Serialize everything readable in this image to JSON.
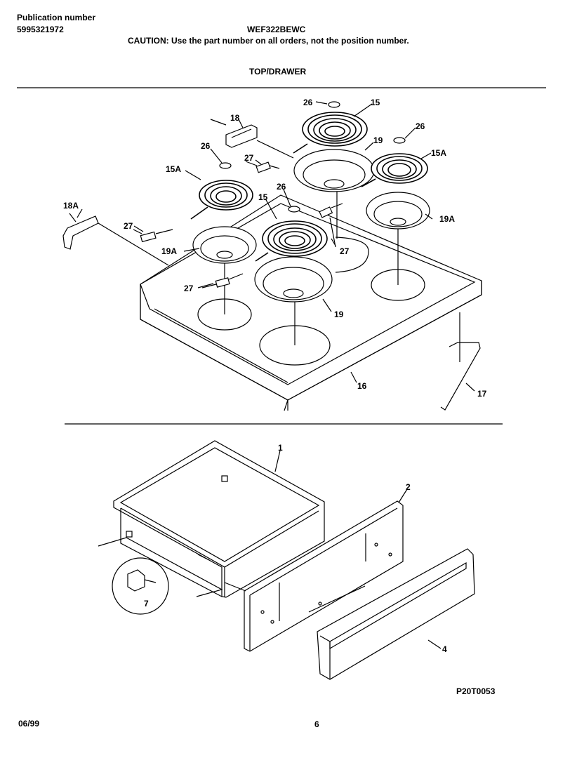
{
  "header": {
    "publication_label": "Publication number",
    "publication_number": "5995321972",
    "model": "WEF322BEWC",
    "caution": "CAUTION:  Use the part number on all orders, not the position number.",
    "section_title": "TOP/DRAWER",
    "corner_mark": "5995321972"
  },
  "diagram": {
    "figure_id": "P20T0053",
    "callouts": {
      "c26a": "26",
      "c15a": "15",
      "c18": "18",
      "c19a": "19",
      "c26b": "26",
      "c26c": "26",
      "c27a": "27",
      "c15Aa": "15A",
      "c15Ab": "15A",
      "c26d": "26",
      "c15b": "15",
      "c18A": "18A",
      "c19Aa": "19A",
      "c27b": "27",
      "c27c": "27",
      "c19Ab": "19A",
      "c27d": "27",
      "c19b": "19",
      "c16": "16",
      "c17": "17",
      "c1": "1",
      "c2": "2",
      "c7": "7",
      "c4": "4"
    }
  },
  "footer": {
    "date": "06/99",
    "page": "6"
  }
}
